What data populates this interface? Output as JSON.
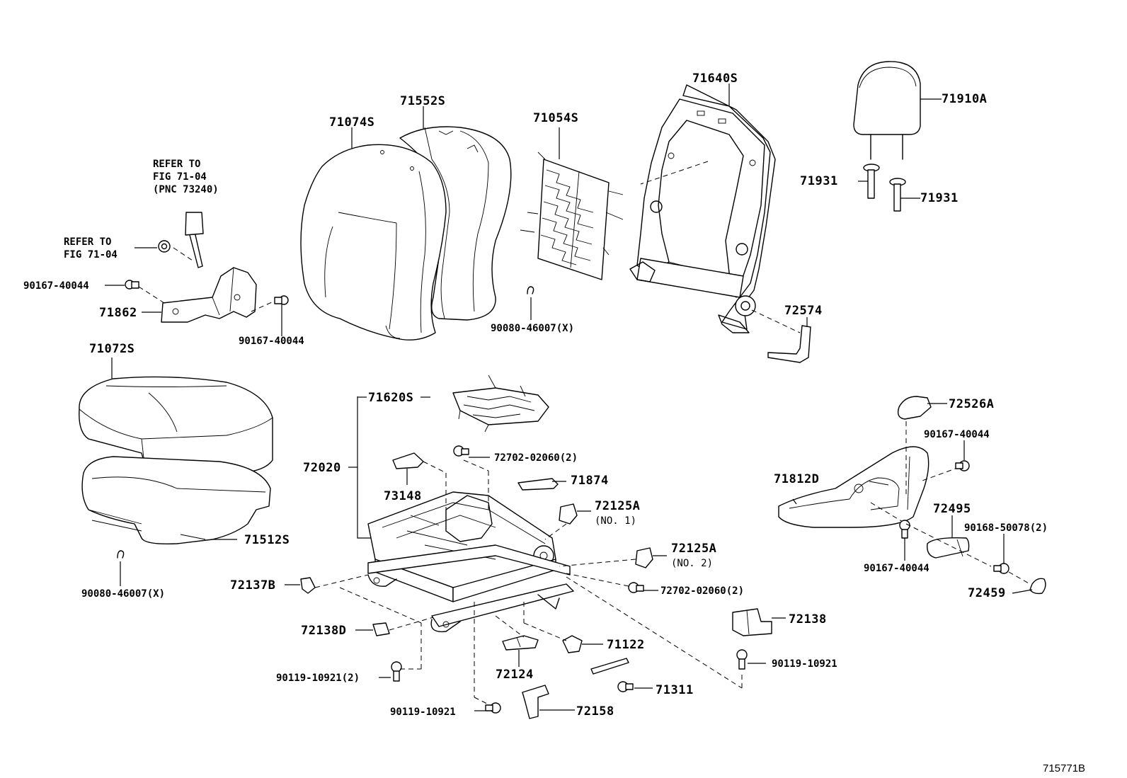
{
  "figure_id": "715771B",
  "labels": {
    "p71640S": "71640S",
    "p71910A": "71910A",
    "p71552S": "71552S",
    "p71074S": "71074S",
    "p71054S": "71054S",
    "p71931a": "71931",
    "p71931b": "71931",
    "refer1_l1": "REFER TO",
    "refer1_l2": "FIG 71-04",
    "refer1_l3": "(PNC 73240)",
    "refer2_l1": "REFER TO",
    "refer2_l2": "FIG 71-04",
    "p90167_40044_a": "90167-40044",
    "p71862": "71862",
    "p90167_40044_b": "90167-40044",
    "p90080_46007_a": "90080-46007(X)",
    "p72574": "72574",
    "p71072S": "71072S",
    "p71620S": "71620S",
    "p72526A": "72526A",
    "p90167_40044_c": "90167-40044",
    "p72702_02060_a": "72702-02060(2)",
    "p72020": "72020",
    "p71874": "71874",
    "p71812D": "71812D",
    "p73148": "73148",
    "p72125A_a": "72125A",
    "p72125A_a_note": "(NO. 1)",
    "p72495": "72495",
    "p90168_50078": "90168-50078(2)",
    "p71512S": "71512S",
    "p72125A_b": "72125A",
    "p72125A_b_note": "(NO. 2)",
    "p90167_40044_d": "90167-40044",
    "p72137B": "72137B",
    "p72702_02060_b": "72702-02060(2)",
    "p72459": "72459",
    "p90080_46007_b": "90080-46007(X)",
    "p72138": "72138",
    "p72138D": "72138D",
    "p71122": "71122",
    "p90119_10921_a": "90119-10921",
    "p72124": "72124",
    "p90119_10921_b": "90119-10921(2)",
    "p71311": "71311",
    "p90119_10921_c": "90119-10921",
    "p72158": "72158"
  }
}
